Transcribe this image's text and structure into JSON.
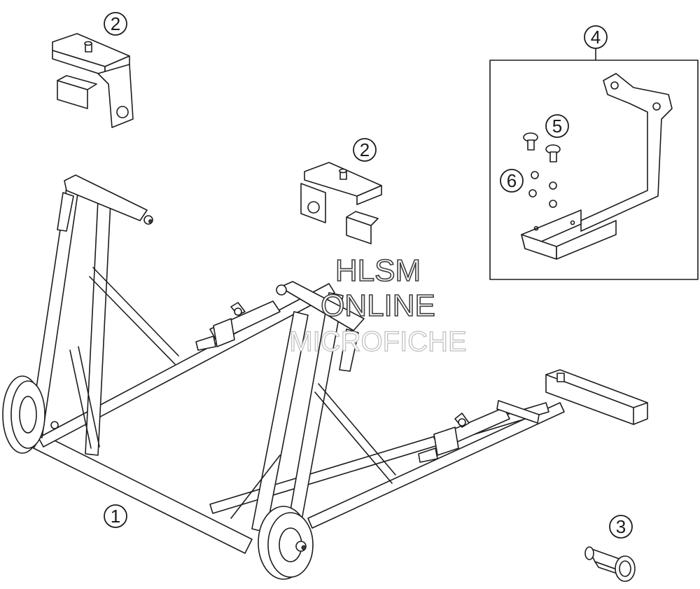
{
  "callouts": [
    {
      "id": "1",
      "label": "1"
    },
    {
      "id": "2a",
      "label": "2"
    },
    {
      "id": "2b",
      "label": "2"
    },
    {
      "id": "3",
      "label": "3"
    },
    {
      "id": "4",
      "label": "4"
    },
    {
      "id": "5",
      "label": "5"
    },
    {
      "id": "6",
      "label": "6"
    }
  ],
  "watermark": {
    "line1": "HLSM",
    "line2": "ONLINE",
    "line3": "MICROFICHE"
  },
  "colors": {
    "line": "#1c1c1c",
    "background": "#ffffff"
  }
}
